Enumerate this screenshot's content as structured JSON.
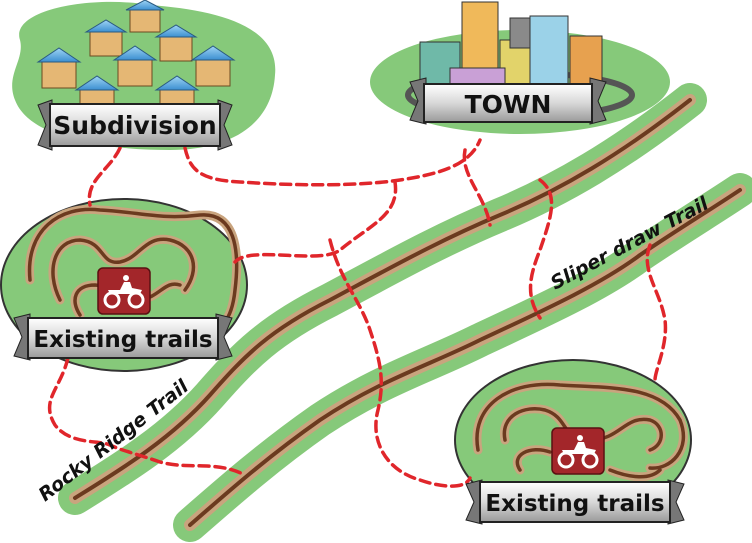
{
  "labels": {
    "subdivision": "Subdivision",
    "town": "TOWN",
    "existing_trails_left": "Existing trails",
    "existing_trails_right": "Existing trails",
    "rocky_ridge": "Rocky  Ridge Trail",
    "sliper_draw": "Sliper draw Trail"
  },
  "icons": {
    "atv_left": "atv-icon",
    "atv_right": "atv-icon"
  },
  "colors": {
    "green_area": "#86c97a",
    "trail_brown": "#6b3a1f",
    "trail_halo": "#c9a47e",
    "connector_red": "#e0262b",
    "banner_fill": "#d9d9d9",
    "atv_badge": "#a3262a"
  }
}
